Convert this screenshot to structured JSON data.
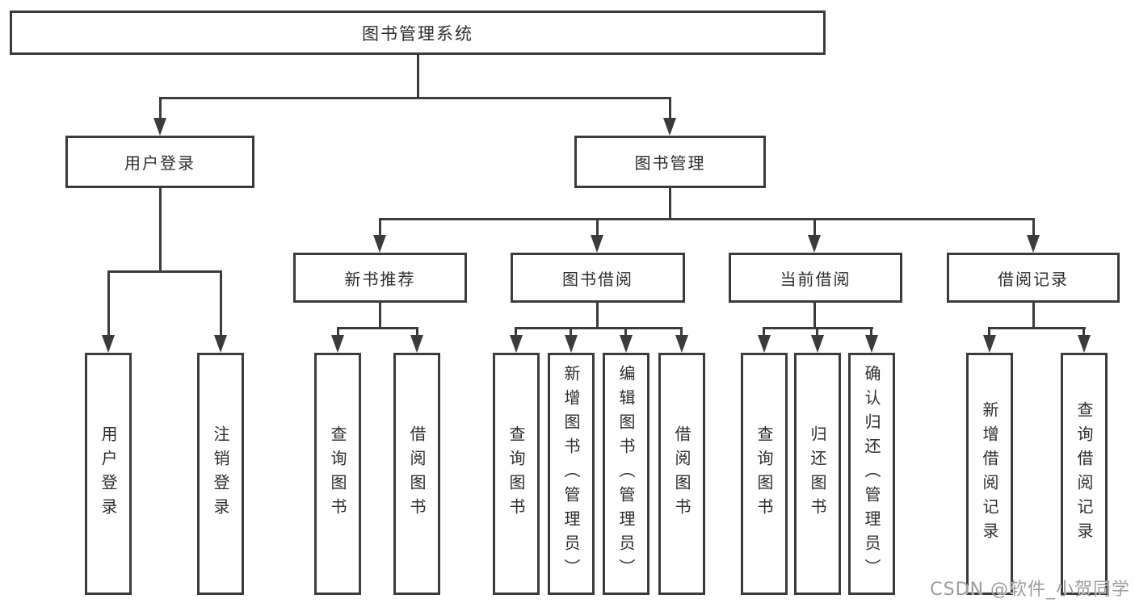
{
  "colors": {
    "line": "#3b3b3b",
    "text": "#2d2d2d",
    "box_fill": "#ffffff",
    "background": "#ffffff",
    "watermark": "#9c9c9c"
  },
  "watermark": {
    "text": "CSDN @软件_小贺同学"
  },
  "tree": {
    "label": "图书管理系统",
    "children": [
      {
        "label": "用户登录",
        "children": [
          {
            "label": "用户登录"
          },
          {
            "label": "注销登录"
          }
        ]
      },
      {
        "label": "图书管理",
        "children": [
          {
            "label": "新书推荐",
            "children": [
              {
                "label": "查询图书"
              },
              {
                "label": "借阅图书"
              }
            ]
          },
          {
            "label": "图书借阅",
            "children": [
              {
                "label": "查询图书"
              },
              {
                "label": "新增图书（管理员）"
              },
              {
                "label": "编辑图书（管理员）"
              },
              {
                "label": "借阅图书"
              }
            ]
          },
          {
            "label": "当前借阅",
            "children": [
              {
                "label": "查询图书"
              },
              {
                "label": "归还图书"
              },
              {
                "label": "确认归还（管理员）"
              }
            ]
          },
          {
            "label": "借阅记录",
            "children": [
              {
                "label": "新增借阅记录"
              },
              {
                "label": "查询借阅记录"
              }
            ]
          }
        ]
      }
    ]
  }
}
